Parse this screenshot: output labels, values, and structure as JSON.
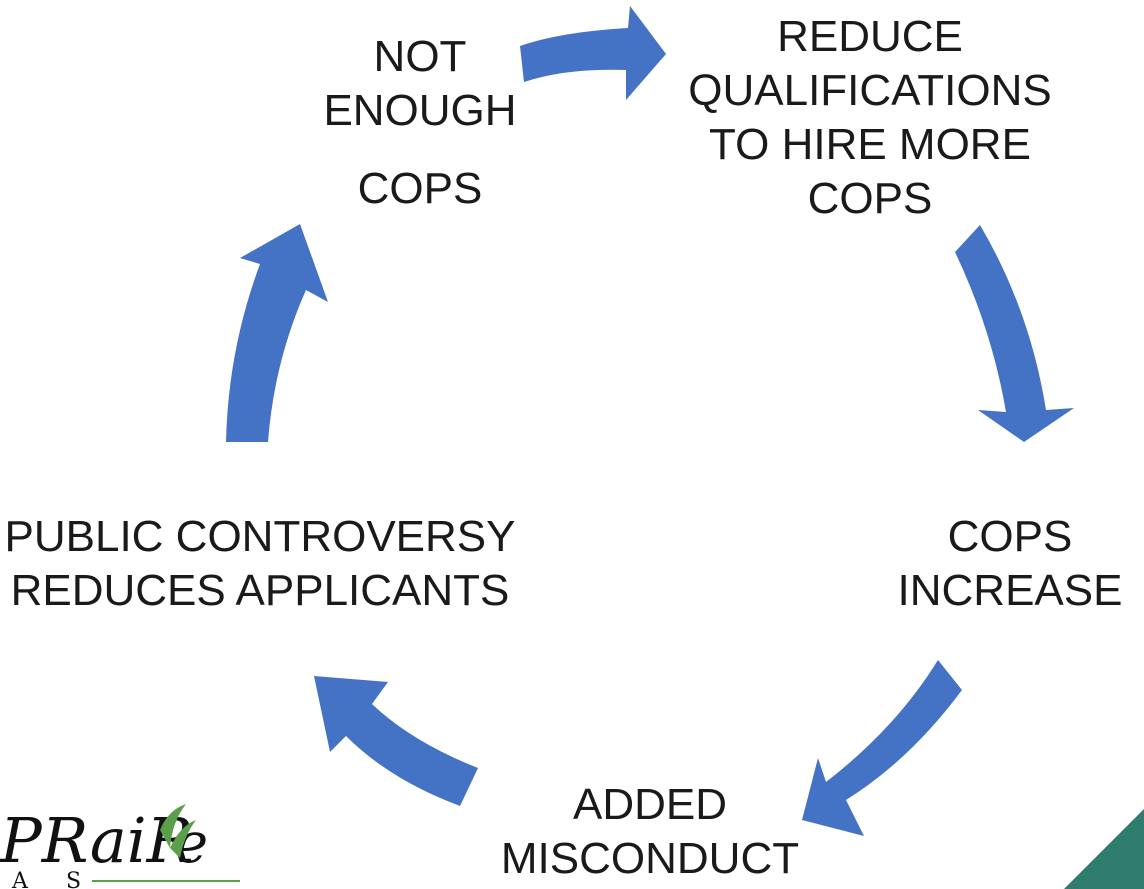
{
  "diagram": {
    "nodes": {
      "not_enough": [
        "NOT",
        "ENOUGH",
        "COPS"
      ],
      "reduce": [
        "REDUCE",
        "QUALIFICATIONS",
        "TO HIRE MORE",
        "COPS"
      ],
      "cops_increase": [
        "COPS",
        "INCREASE"
      ],
      "added_misconduct": [
        "ADDED",
        "MISCONDUCT"
      ],
      "public_controversy": [
        "PUBLIC CONTROVERSY",
        "REDUCES APPLICANTS"
      ]
    },
    "arrow_color": "#4472c4"
  },
  "logo": {
    "text": "PRAIRIE",
    "sub": "A  S",
    "accent": "#5aa04a"
  },
  "corner_accent": "#2e7d6e"
}
